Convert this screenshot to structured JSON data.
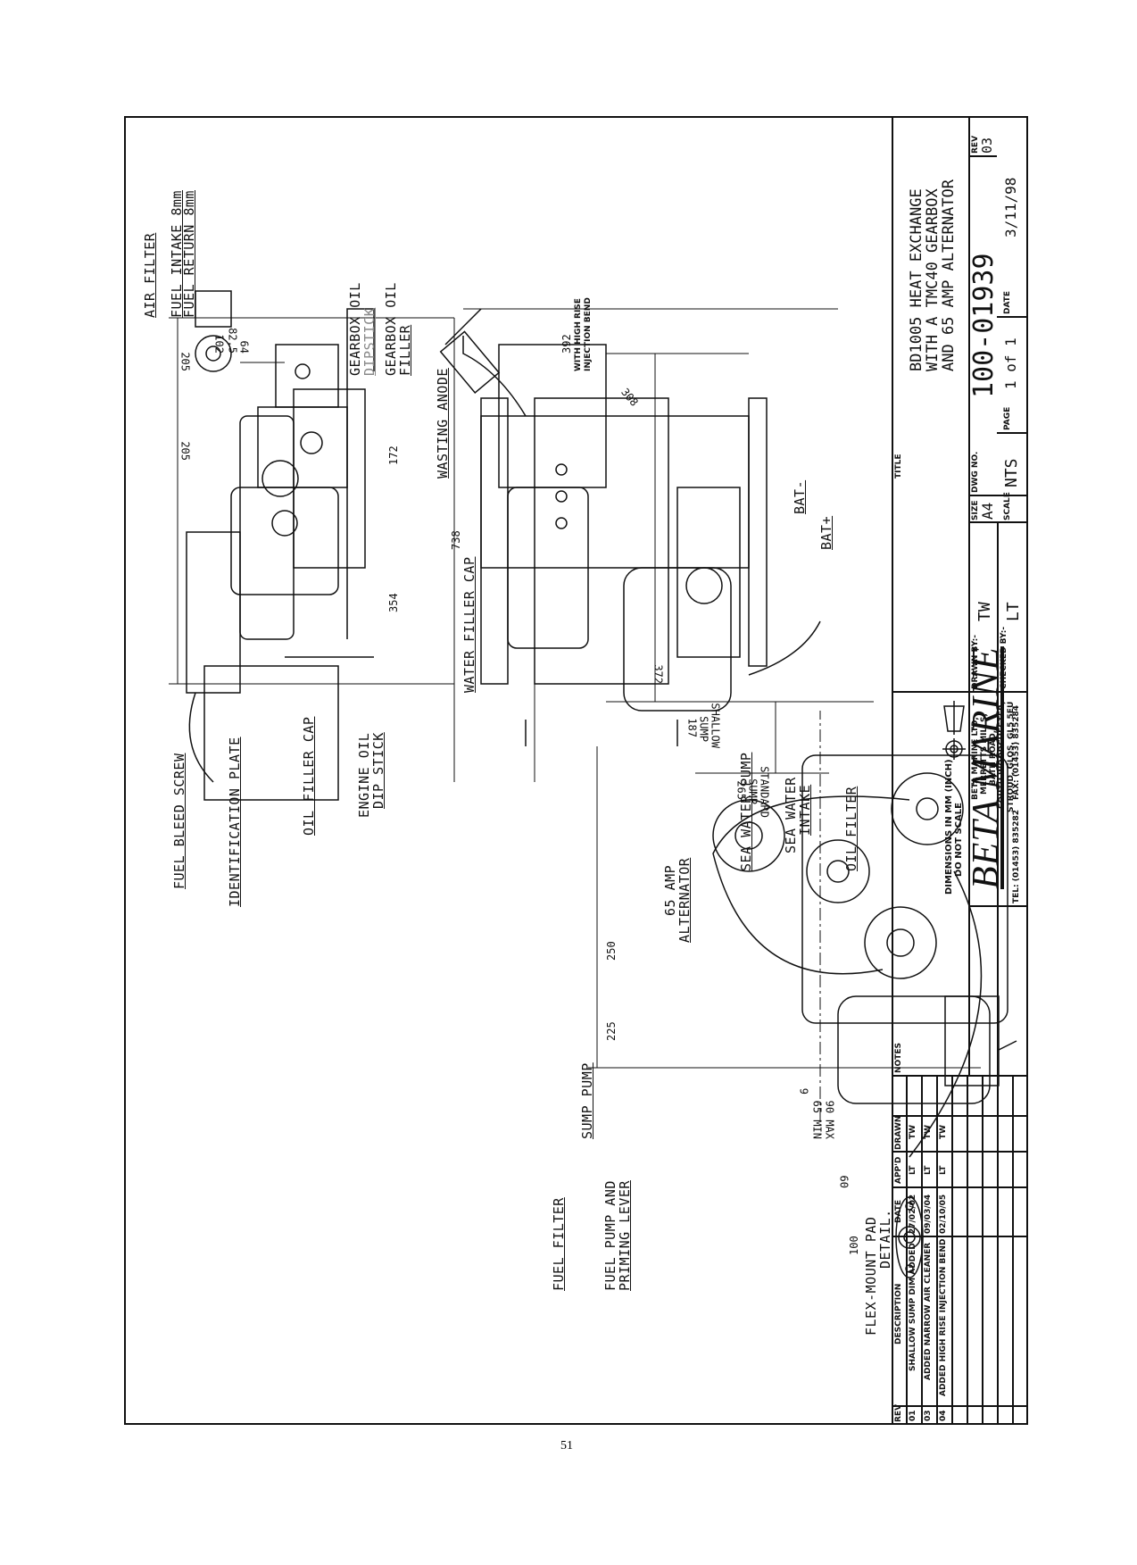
{
  "page": {
    "number": "51"
  },
  "title_block": {
    "title_label": "TITLE",
    "title_lines": [
      "BD1005 HEAT EXCHANGE",
      "WITH A TMC40 GEARBOX",
      "AND 65 AMP ALTERNATOR"
    ],
    "rev_label": "REV",
    "rev": "03",
    "size_label": "SIZE",
    "size": "A4",
    "dwg_no_label": "DWG NO.",
    "dwg_no": "100-01939",
    "scale_label": "SCALE",
    "scale": "NTS",
    "page_label": "PAGE",
    "page": "1 of 1",
    "date_label": "DATE",
    "date": "3/11/98",
    "drawn_by_label": "DRAWN BY:-",
    "drawn_by": "TW",
    "checked_by_label": "CHECKED BY:-",
    "checked_by": "LT",
    "dimensions_note": [
      "DIMENSIONS IN MM (INCH)",
      "DO NOT SCALE"
    ],
    "projection_symbol": "third-angle-projection",
    "company": {
      "brand": "BETA MARINE",
      "address": [
        "BETA MARINE LTD,",
        "MERRETTS MILLS,",
        "BATH ROAD,",
        "SOUTH WOODCHESTER,",
        "STROUD, GLOS. GL5 5EU"
      ],
      "tel": "TEL: (01453) 835282",
      "fax": "FAX: (01453) 835284"
    },
    "notes_label": "NOTES"
  },
  "revision_table": {
    "headers": [
      "REV",
      "DESCRIPTION",
      "DATE",
      "APP'D",
      "DRAWN"
    ],
    "rows": [
      [
        "01",
        "SHALLOW SUMP DIM ADDED",
        "27/02/02",
        "LT",
        "TW"
      ],
      [
        "03",
        "ADDED NARROW AIR CLEANER",
        "09/03/04",
        "LT",
        "TW"
      ],
      [
        "04",
        "ADDED HIGH RISE INJECTION BEND",
        "02/10/05",
        "LT",
        "TW"
      ]
    ]
  },
  "labels": {
    "air_filter": "AIR FILTER",
    "fuel_intake": "FUEL INTAKE 8mm",
    "fuel_return": "FUEL RETURN 8mm",
    "gearbox_oil": "GEARBOX OIL",
    "dipstick": "DIPSTICK",
    "gearbox_oil_2": "GEARBOX OIL",
    "filler": "FILLER",
    "wasting_anode": "WASTING ANODE",
    "high_rise": [
      "WITH HIGH RISE",
      "INJECTION BEND"
    ],
    "bat_neg": "BAT-",
    "bat_pos": "BAT+",
    "water_filler_cap": "WATER FILLER CAP",
    "fuel_bleed_screw": "FUEL BLEED SCREW",
    "identification_plate": "IDENTIFICATION PLATE",
    "oil_filler_cap": "OIL FILLER CAP",
    "engine_oil": "ENGINE OIL",
    "dip_stick": "DIP STICK",
    "alt_65": "65 AMP",
    "alternator": "ALTERNATOR",
    "sea_water_pump": "SEA WATER PUMP",
    "sea_water": "SEA WATER",
    "intake": "INTAKE",
    "oil_filter": "OIL FILTER",
    "sump_pump": "SUMP PUMP",
    "fuel_filter": "FUEL FILTER",
    "fuel_pump_and": "FUEL PUMP AND",
    "priming_lever": "PRIMING LEVER",
    "flex_mount": "FLEX-MOUNT PAD",
    "detail": "DETAIL.",
    "shallow_sump": [
      "SHALLOW",
      "SUMP",
      "187"
    ],
    "standard_sump": [
      "STANDARD",
      "SUMP",
      "265"
    ],
    "max_min": [
      "90 MAX",
      "65 MIN"
    ]
  },
  "dimensions": {
    "d205a": "205",
    "d205b": "205",
    "d102": "102",
    "d82_5": "82.5",
    "d64": "64",
    "d172": "172",
    "d354": "354",
    "d738": "738",
    "d392": "392",
    "d308": "308",
    "d372": "372",
    "d250": "250",
    "d225": "225",
    "d9": "9",
    "d60": "60",
    "d100": "100"
  }
}
